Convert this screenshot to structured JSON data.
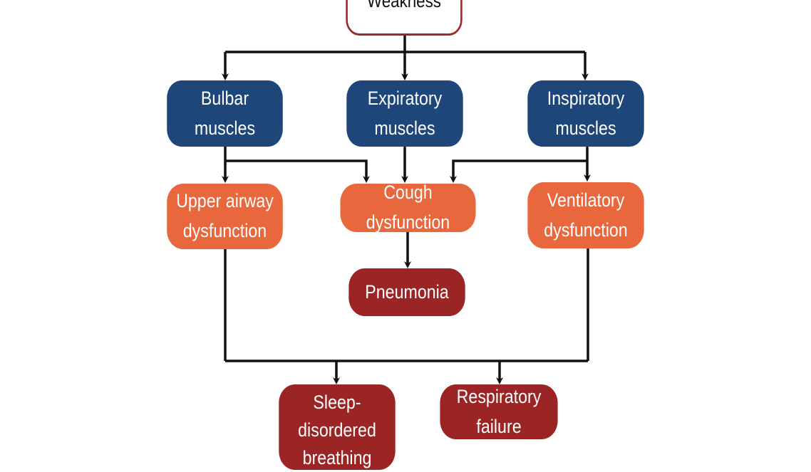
{
  "colors": {
    "root_border": "#9b2a2a",
    "muscle": "#1e4678",
    "dysfunction": "#e9673c",
    "outcome": "#9b2525",
    "connector": "#111111"
  },
  "nodes": {
    "weakness": "Weakness",
    "bulbar": "Bulbar\nmuscles",
    "expiratory": "Expiratory\nmuscles",
    "inspiratory": "Inspiratory\nmuscles",
    "upper_airway": "Upper airway\ndysfunction",
    "cough": "Cough dysfunction",
    "ventilatory": "Ventilatory\ndysfunction",
    "pneumonia": "Pneumonia",
    "sleep": "Sleep-\ndisordered\nbreathing",
    "respiratory": "Respiratory\nfailure"
  }
}
